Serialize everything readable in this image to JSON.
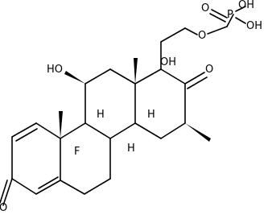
{
  "molecule": {
    "atom_labels": {
      "o_ketone_left": "O",
      "f": "F",
      "h_9": "H",
      "h_8": "H",
      "h_14": "H",
      "ho_11": "HO",
      "oh_17": "OH",
      "o_ketone_right": "O",
      "o_ester": "O",
      "p": "P",
      "o_phos": "O",
      "oh_phos_top": "OH",
      "oh_phos_right": "OH"
    }
  }
}
